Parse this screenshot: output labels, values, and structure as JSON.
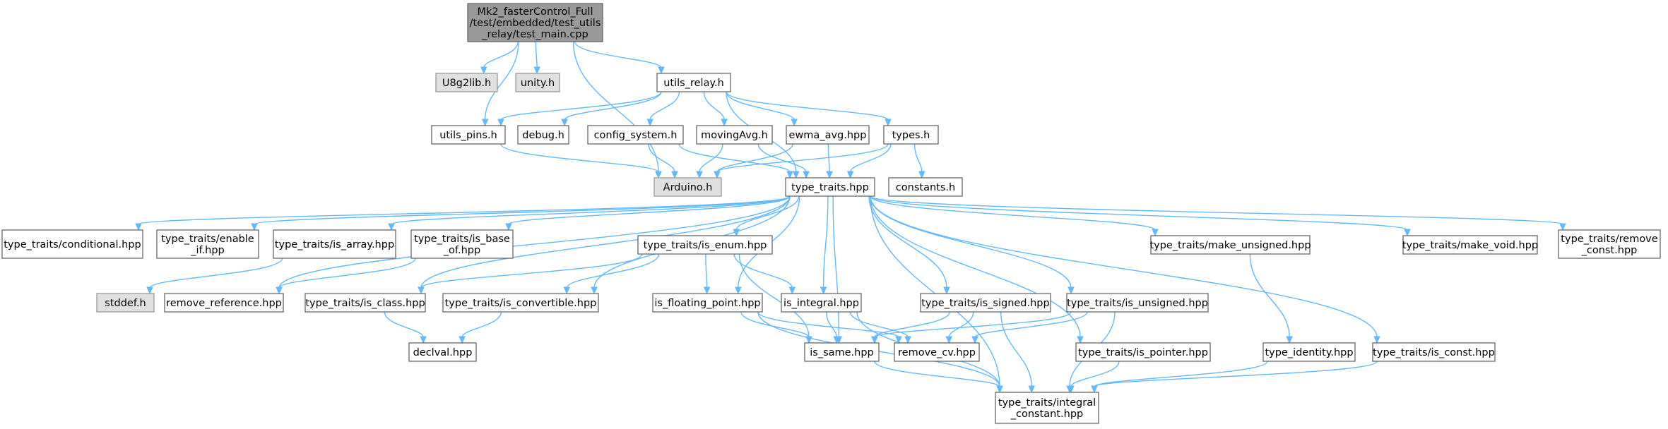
{
  "nodes": {
    "root": {
      "lines": [
        "Mk2_fasterControl_Full",
        "/test/embedded/test_utils",
        "_relay/test_main.cpp"
      ],
      "kind": "root"
    },
    "u8g2": {
      "lines": [
        "U8g2lib.h"
      ],
      "kind": "sys"
    },
    "unity": {
      "lines": [
        "unity.h"
      ],
      "kind": "sys"
    },
    "utilsRelay": {
      "lines": [
        "utils_relay.h"
      ],
      "kind": "file"
    },
    "utilsPins": {
      "lines": [
        "utils_pins.h"
      ],
      "kind": "file"
    },
    "debug": {
      "lines": [
        "debug.h"
      ],
      "kind": "file"
    },
    "configSys": {
      "lines": [
        "config_system.h"
      ],
      "kind": "file"
    },
    "movingAvg": {
      "lines": [
        "movingAvg.h"
      ],
      "kind": "file"
    },
    "ewmaAvg": {
      "lines": [
        "ewma_avg.hpp"
      ],
      "kind": "file"
    },
    "types": {
      "lines": [
        "types.h"
      ],
      "kind": "file"
    },
    "arduino": {
      "lines": [
        "Arduino.h"
      ],
      "kind": "sys"
    },
    "typeTraits": {
      "lines": [
        "type_traits.hpp"
      ],
      "kind": "file"
    },
    "constants": {
      "lines": [
        "constants.h"
      ],
      "kind": "file"
    },
    "conditional": {
      "lines": [
        "type_traits/conditional.hpp"
      ],
      "kind": "file"
    },
    "enableIf": {
      "lines": [
        "type_traits/enable",
        "_if.hpp"
      ],
      "kind": "file"
    },
    "isArray": {
      "lines": [
        "type_traits/is_array.hpp"
      ],
      "kind": "file"
    },
    "isBaseOf": {
      "lines": [
        "type_traits/is_base",
        "_of.hpp"
      ],
      "kind": "file"
    },
    "isEnum": {
      "lines": [
        "type_traits/is_enum.hpp"
      ],
      "kind": "file"
    },
    "makeUnsigned": {
      "lines": [
        "type_traits/make_unsigned.hpp"
      ],
      "kind": "file"
    },
    "makeVoid": {
      "lines": [
        "type_traits/make_void.hpp"
      ],
      "kind": "file"
    },
    "removeConst": {
      "lines": [
        "type_traits/remove",
        "_const.hpp"
      ],
      "kind": "file"
    },
    "stddef": {
      "lines": [
        "stddef.h"
      ],
      "kind": "sys"
    },
    "removeRef": {
      "lines": [
        "remove_reference.hpp"
      ],
      "kind": "file"
    },
    "isClass": {
      "lines": [
        "type_traits/is_class.hpp"
      ],
      "kind": "file"
    },
    "isConvertible": {
      "lines": [
        "type_traits/is_convertible.hpp"
      ],
      "kind": "file"
    },
    "isFloatingPoint": {
      "lines": [
        "is_floating_point.hpp"
      ],
      "kind": "file"
    },
    "isIntegral": {
      "lines": [
        "is_integral.hpp"
      ],
      "kind": "file"
    },
    "isSigned": {
      "lines": [
        "type_traits/is_signed.hpp"
      ],
      "kind": "file"
    },
    "isUnsigned": {
      "lines": [
        "type_traits/is_unsigned.hpp"
      ],
      "kind": "file"
    },
    "typeIdentity": {
      "lines": [
        "type_identity.hpp"
      ],
      "kind": "file"
    },
    "declval": {
      "lines": [
        "declval.hpp"
      ],
      "kind": "file"
    },
    "isSame": {
      "lines": [
        "is_same.hpp"
      ],
      "kind": "file"
    },
    "removeCv": {
      "lines": [
        "remove_cv.hpp"
      ],
      "kind": "file"
    },
    "isPointer": {
      "lines": [
        "type_traits/is_pointer.hpp"
      ],
      "kind": "file"
    },
    "isConst": {
      "lines": [
        "type_traits/is_const.hpp"
      ],
      "kind": "file"
    },
    "integralConstant": {
      "lines": [
        "type_traits/integral",
        "_constant.hpp"
      ],
      "kind": "file"
    }
  },
  "edges": [
    [
      "root",
      "arduino"
    ],
    [
      "root",
      "u8g2"
    ],
    [
      "root",
      "unity"
    ],
    [
      "root",
      "utilsRelay"
    ],
    [
      "root",
      "utilsPins"
    ],
    [
      "utilsRelay",
      "utilsPins"
    ],
    [
      "utilsRelay",
      "debug"
    ],
    [
      "utilsRelay",
      "configSys"
    ],
    [
      "utilsRelay",
      "movingAvg"
    ],
    [
      "utilsRelay",
      "ewmaAvg"
    ],
    [
      "utilsRelay",
      "types"
    ],
    [
      "utilsRelay",
      "typeTraits"
    ],
    [
      "utilsPins",
      "arduino"
    ],
    [
      "configSys",
      "arduino"
    ],
    [
      "configSys",
      "typeTraits"
    ],
    [
      "movingAvg",
      "arduino"
    ],
    [
      "movingAvg",
      "typeTraits"
    ],
    [
      "ewmaAvg",
      "arduino"
    ],
    [
      "ewmaAvg",
      "typeTraits"
    ],
    [
      "types",
      "arduino"
    ],
    [
      "types",
      "typeTraits"
    ],
    [
      "types",
      "constants"
    ],
    [
      "typeTraits",
      "conditional"
    ],
    [
      "typeTraits",
      "enableIf"
    ],
    [
      "typeTraits",
      "isArray"
    ],
    [
      "typeTraits",
      "isBaseOf"
    ],
    [
      "typeTraits",
      "removeRef"
    ],
    [
      "typeTraits",
      "isClass"
    ],
    [
      "typeTraits",
      "isConvertible"
    ],
    [
      "typeTraits",
      "isEnum"
    ],
    [
      "typeTraits",
      "isFloatingPoint"
    ],
    [
      "typeTraits",
      "isIntegral"
    ],
    [
      "typeTraits",
      "isSame"
    ],
    [
      "typeTraits",
      "isSigned"
    ],
    [
      "typeTraits",
      "isUnsigned"
    ],
    [
      "typeTraits",
      "isPointer"
    ],
    [
      "typeTraits",
      "makeUnsigned"
    ],
    [
      "typeTraits",
      "makeVoid"
    ],
    [
      "typeTraits",
      "isConst"
    ],
    [
      "typeTraits",
      "removeConst"
    ],
    [
      "typeTraits",
      "integralConstant"
    ],
    [
      "isArray",
      "stddef"
    ],
    [
      "isBaseOf",
      "removeRef"
    ],
    [
      "isEnum",
      "isClass"
    ],
    [
      "isEnum",
      "isConvertible"
    ],
    [
      "isEnum",
      "isFloatingPoint"
    ],
    [
      "isEnum",
      "isIntegral"
    ],
    [
      "isEnum",
      "isSame"
    ],
    [
      "isClass",
      "declval"
    ],
    [
      "isConvertible",
      "declval"
    ],
    [
      "isFloatingPoint",
      "isSame"
    ],
    [
      "isFloatingPoint",
      "removeCv"
    ],
    [
      "isFloatingPoint",
      "integralConstant"
    ],
    [
      "isIntegral",
      "isSame"
    ],
    [
      "isIntegral",
      "removeCv"
    ],
    [
      "isIntegral",
      "integralConstant"
    ],
    [
      "isSigned",
      "isSame"
    ],
    [
      "isSigned",
      "removeCv"
    ],
    [
      "isSigned",
      "integralConstant"
    ],
    [
      "isUnsigned",
      "isSame"
    ],
    [
      "isUnsigned",
      "removeCv"
    ],
    [
      "isUnsigned",
      "integralConstant"
    ],
    [
      "makeUnsigned",
      "typeIdentity"
    ],
    [
      "typeIdentity",
      "integralConstant"
    ],
    [
      "isPointer",
      "integralConstant"
    ],
    [
      "isConst",
      "integralConstant"
    ],
    [
      "isSame",
      "integralConstant"
    ]
  ],
  "colors": {
    "edge": "#63b8ff",
    "border": "#666666",
    "system_fill": "#e0e0e0",
    "root_fill": "#999999"
  }
}
